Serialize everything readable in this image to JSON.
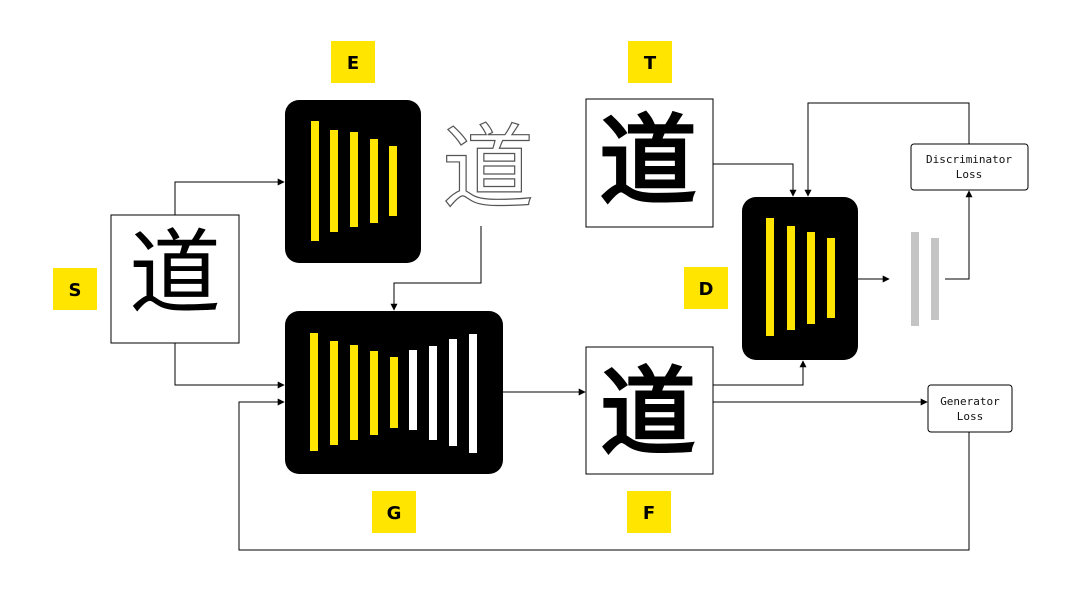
{
  "labels": {
    "encoder": "E",
    "target": "T",
    "source": "S",
    "discriminator": "D",
    "generator": "G",
    "fake": "F"
  },
  "glyphs": {
    "source": "道",
    "encoded": "道",
    "target": "道",
    "fake": "道"
  },
  "losses": {
    "discriminator_line1": "Discriminator",
    "discriminator_line2": "Loss",
    "generator_line1": "Generator",
    "generator_line2": "Loss"
  },
  "colors": {
    "accent_yellow": "#ffe500",
    "block_black": "#000000",
    "output_gray": "#c4c4c4"
  }
}
